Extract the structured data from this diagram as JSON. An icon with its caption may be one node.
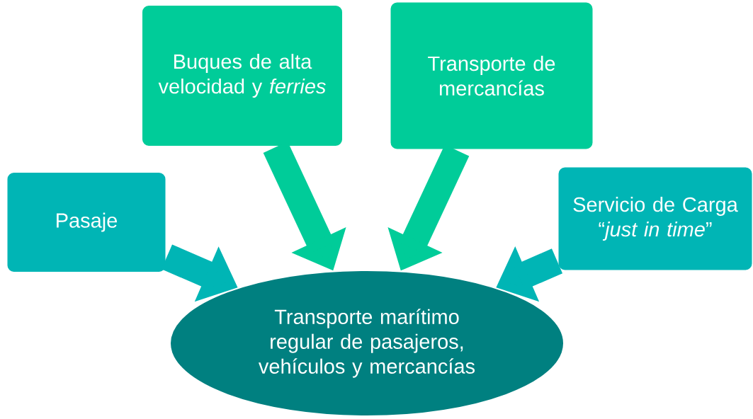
{
  "diagram": {
    "nodes": [
      {
        "text": [
          "Pasaje"
        ]
      },
      {
        "text": [
          "Buques de alta velocidad y *ferries*"
        ]
      },
      {
        "text": [
          "Transporte de mercancías"
        ]
      },
      {
        "text": [
          "Servicio de Carga “*just in time*”"
        ]
      },
      {
        "text": [
          "Transporte marítimo regular de pasajeros, vehículos y mercancías"
        ]
      }
    ],
    "edges": [
      {
        "from": 0,
        "to": 4,
        "arrow": "to",
        "color": "#00b5b5"
      },
      {
        "from": 1,
        "to": 4,
        "arrow": "to",
        "color": "#00cc99"
      },
      {
        "from": 2,
        "to": 4,
        "arrow": "to",
        "color": "#00cc99"
      },
      {
        "from": 3,
        "to": 4,
        "arrow": "to",
        "color": "#00b5b5"
      }
    ]
  }
}
